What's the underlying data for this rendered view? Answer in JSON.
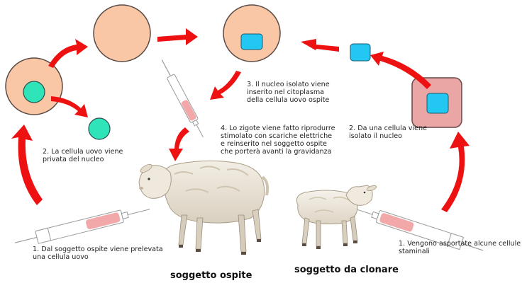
{
  "colors": {
    "cell_cytoplasm": "#f9c7a6",
    "cell_outline": "#5a4b45",
    "nucleus_blue": "#22c8f2",
    "nucleus_teal": "#2ee4b8",
    "arrow_red": "#ee1111",
    "donor_cell": "#eaa5a5",
    "syringe_fill": "#f2a8a8"
  },
  "steps": {
    "step1": "1. Dal soggetto ospite viene prelevata\nuna cellula uovo",
    "step2_left": "2. La cellula uovo viene\nprivata del nucleo",
    "step2_right": "2. Da una cellula viene\nisolato il nucleo",
    "step1_right": "1. Vengono asportate alcune cellule\nstaminali",
    "step3": "3. Il nucleo isolato viene\ninserito nel citoplasma\ndella cellula uovo ospite",
    "step4": "4. Lo zigote viene fatto riprodurre\nstimolato con scariche elettriche\ne reinserito nel soggetto ospite\nche porterà avanti la gravidanza"
  },
  "subjects": {
    "host": "soggetto ospite",
    "clone_source": "soggetto da clonare"
  },
  "icons": {
    "host_sheep": "sheep-illustration",
    "donor_sheep": "lamb-illustration",
    "syringe": "syringe-icon",
    "arrow": "curved-arrow-icon"
  }
}
